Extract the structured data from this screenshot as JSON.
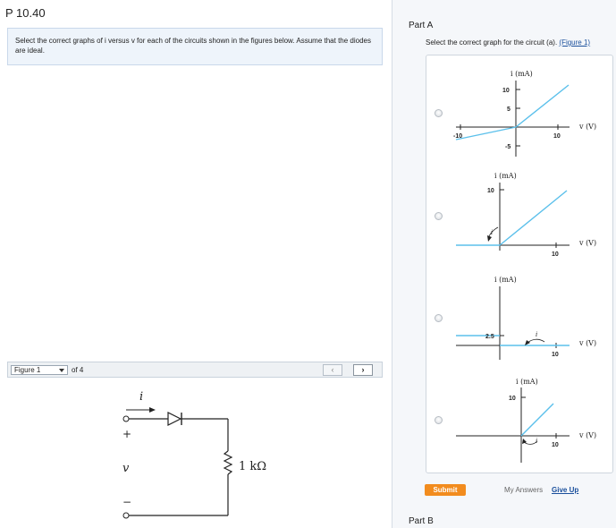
{
  "problem": {
    "title": "P 10.40",
    "instructions": "Select the correct graphs of i versus v for each of the circuits shown in the figures below. Assume that the diodes are ideal."
  },
  "figure_toolbar": {
    "selected": "Figure 1",
    "count": "of 4",
    "prev_icon": "‹",
    "next_icon": "›"
  },
  "circuit": {
    "current_label": "i",
    "plus_label": "+",
    "voltage_label": "v",
    "minus_label": "−",
    "resistor_label": "1 kΩ"
  },
  "part_a": {
    "title": "Part A",
    "question": "Select the correct graph for the circuit (a).",
    "figure_link": "(Figure 1)",
    "options": [
      {
        "ylabel": "i (mA)",
        "xlabel": "v (V)",
        "ticks": [
          "10",
          "5",
          "-5",
          "-10",
          "10"
        ]
      },
      {
        "ylabel": "i (mA)",
        "xlabel": "v (V)",
        "ticks": [
          "10",
          "10"
        ],
        "current_marker": "i"
      },
      {
        "ylabel": "i (mA)",
        "xlabel": "v (V)",
        "ticks": [
          "2.5",
          "10"
        ],
        "current_marker": "i"
      },
      {
        "ylabel": "i (mA)",
        "xlabel": "v (V)",
        "ticks": [
          "10",
          "10"
        ],
        "current_marker": "i"
      }
    ]
  },
  "actions": {
    "submit": "Submit",
    "my_answers": "My Answers",
    "give_up": "Give Up"
  },
  "part_b": {
    "title": "Part B"
  },
  "colors": {
    "accent": "#f28c1e",
    "link": "#1a4f9c",
    "graph_line": "#5bc0eb",
    "panel_bg": "#eef4fb"
  }
}
